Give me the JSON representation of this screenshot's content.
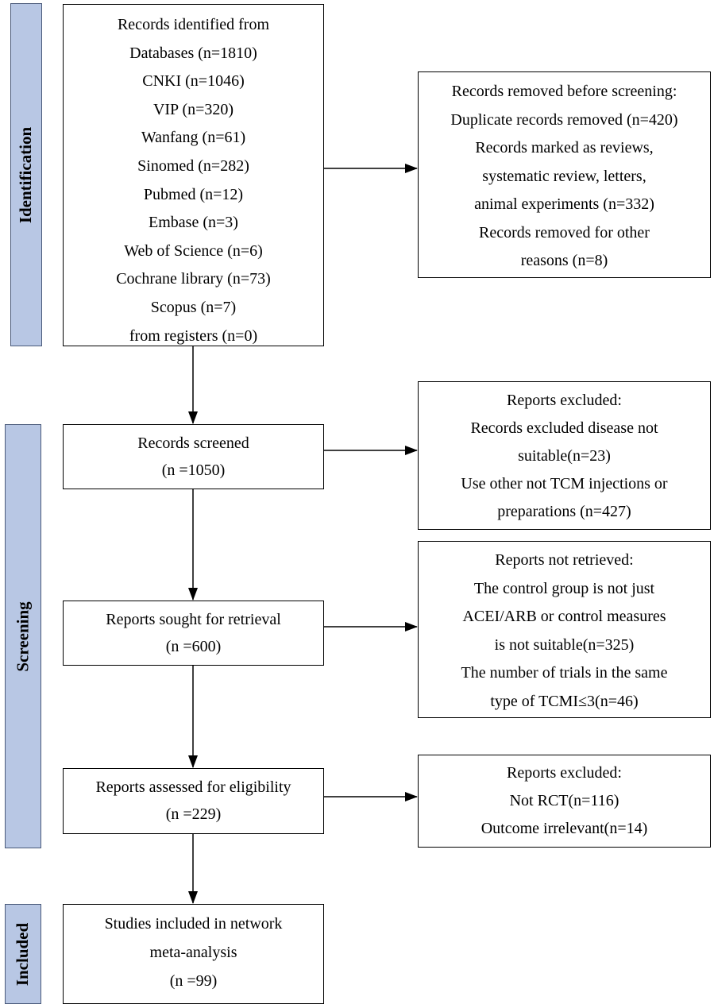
{
  "phases": {
    "identification": "Identification",
    "screening": "Screening",
    "included": "Included"
  },
  "boxes": {
    "identified": {
      "lines": [
        "Records identified from",
        "Databases (n=1810)",
        "CNKI (n=1046)",
        "VIP (n=320)",
        "Wanfang (n=61)",
        "Sinomed (n=282)",
        "Pubmed (n=12)",
        "Embase (n=3)",
        "Web of Science (n=6)",
        "Cochrane library (n=73)",
        "Scopus (n=7)",
        "from registers (n=0)"
      ]
    },
    "removed_before_screening": {
      "lines": [
        "Records removed before screening:",
        "Duplicate records removed (n=420)",
        "Records marked as reviews,",
        "systematic review, letters,",
        "animal experiments (n=332)",
        "Records removed for other",
        "reasons (n=8)"
      ]
    },
    "screened": {
      "lines": [
        "Records screened",
        "(n =1050)"
      ]
    },
    "excluded_screening": {
      "lines": [
        "Reports excluded:",
        "Records excluded disease not",
        "suitable(n=23)",
        "Use other not TCM injections or",
        "preparations (n=427)"
      ]
    },
    "sought": {
      "lines": [
        "Reports sought for retrieval",
        "(n =600)"
      ]
    },
    "not_retrieved": {
      "lines": [
        "Reports not retrieved:",
        "The control group is not just",
        "ACEI/ARB or control measures",
        "is not suitable(n=325)",
        "The number of trials in the same",
        "type of TCMI≤3(n=46)"
      ]
    },
    "assessed": {
      "lines": [
        "Reports assessed for eligibility",
        "(n =229)"
      ]
    },
    "excluded_eligibility": {
      "lines": [
        "Reports excluded:",
        "Not RCT(n=116)",
        "Outcome irrelevant(n=14)"
      ]
    },
    "included": {
      "lines": [
        "Studies included in network",
        "meta-analysis",
        "(n =99)"
      ]
    }
  }
}
